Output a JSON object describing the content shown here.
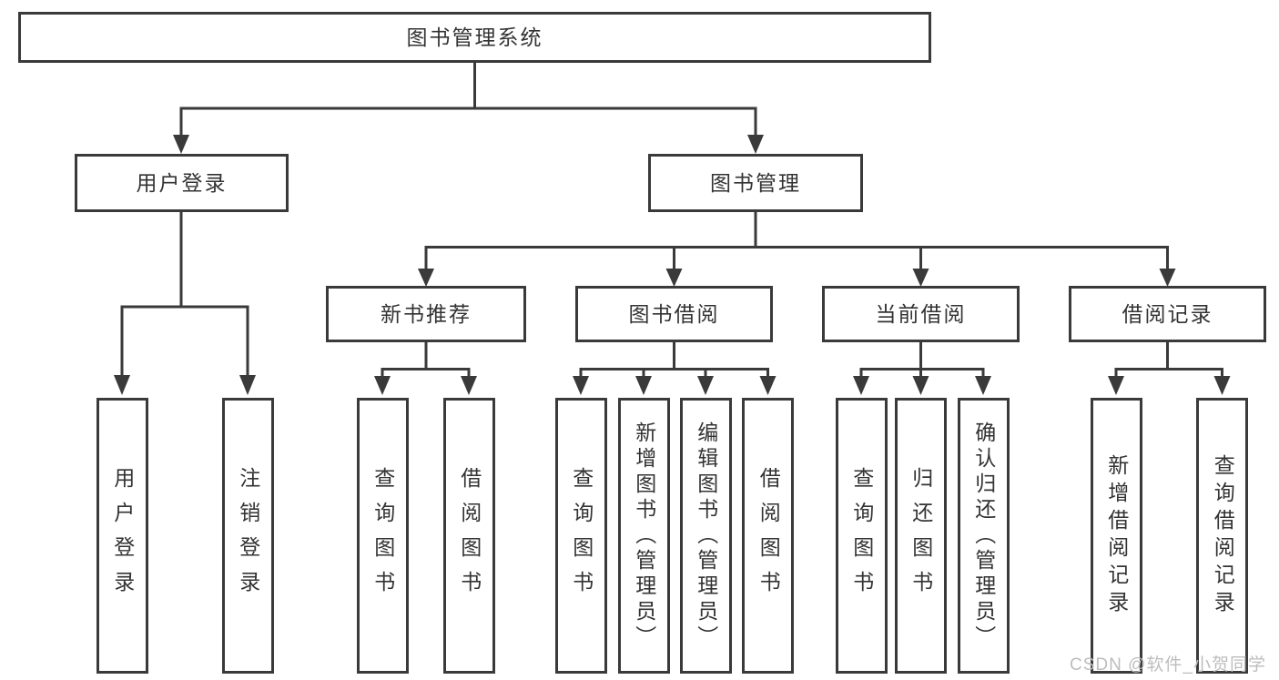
{
  "title": {
    "label": "图书管理系统"
  },
  "level2": {
    "user_login": {
      "label": "用户登录"
    },
    "book_mgmt": {
      "label": "图书管理"
    }
  },
  "user_login_children": [
    {
      "label": "用户登录"
    },
    {
      "label": "注销登录"
    }
  ],
  "level3": {
    "new_books": {
      "label": "新书推荐"
    },
    "book_borrow": {
      "label": "图书借阅"
    },
    "current_borrow": {
      "label": "当前借阅"
    },
    "borrow_records": {
      "label": "借阅记录"
    }
  },
  "new_books_children": [
    {
      "label": "查询图书"
    },
    {
      "label": "借阅图书"
    }
  ],
  "book_borrow_children": [
    {
      "label": "查询图书"
    },
    {
      "label": "新增图书（管理员）"
    },
    {
      "label": "编辑图书（管理员）"
    },
    {
      "label": "借阅图书"
    }
  ],
  "current_borrow_children": [
    {
      "label": "查询图书"
    },
    {
      "label": "归还图书"
    },
    {
      "label": "确认归还（管理员）"
    }
  ],
  "borrow_records_children": [
    {
      "label": "新增借阅记录"
    },
    {
      "label": "查询借阅记录"
    }
  ],
  "watermark": {
    "text": "CSDN @软件_小贺同学"
  },
  "colors": {
    "line": "#3a3a3a",
    "text": "#333333",
    "watermark": "#bdbdbd",
    "background": "#ffffff"
  }
}
